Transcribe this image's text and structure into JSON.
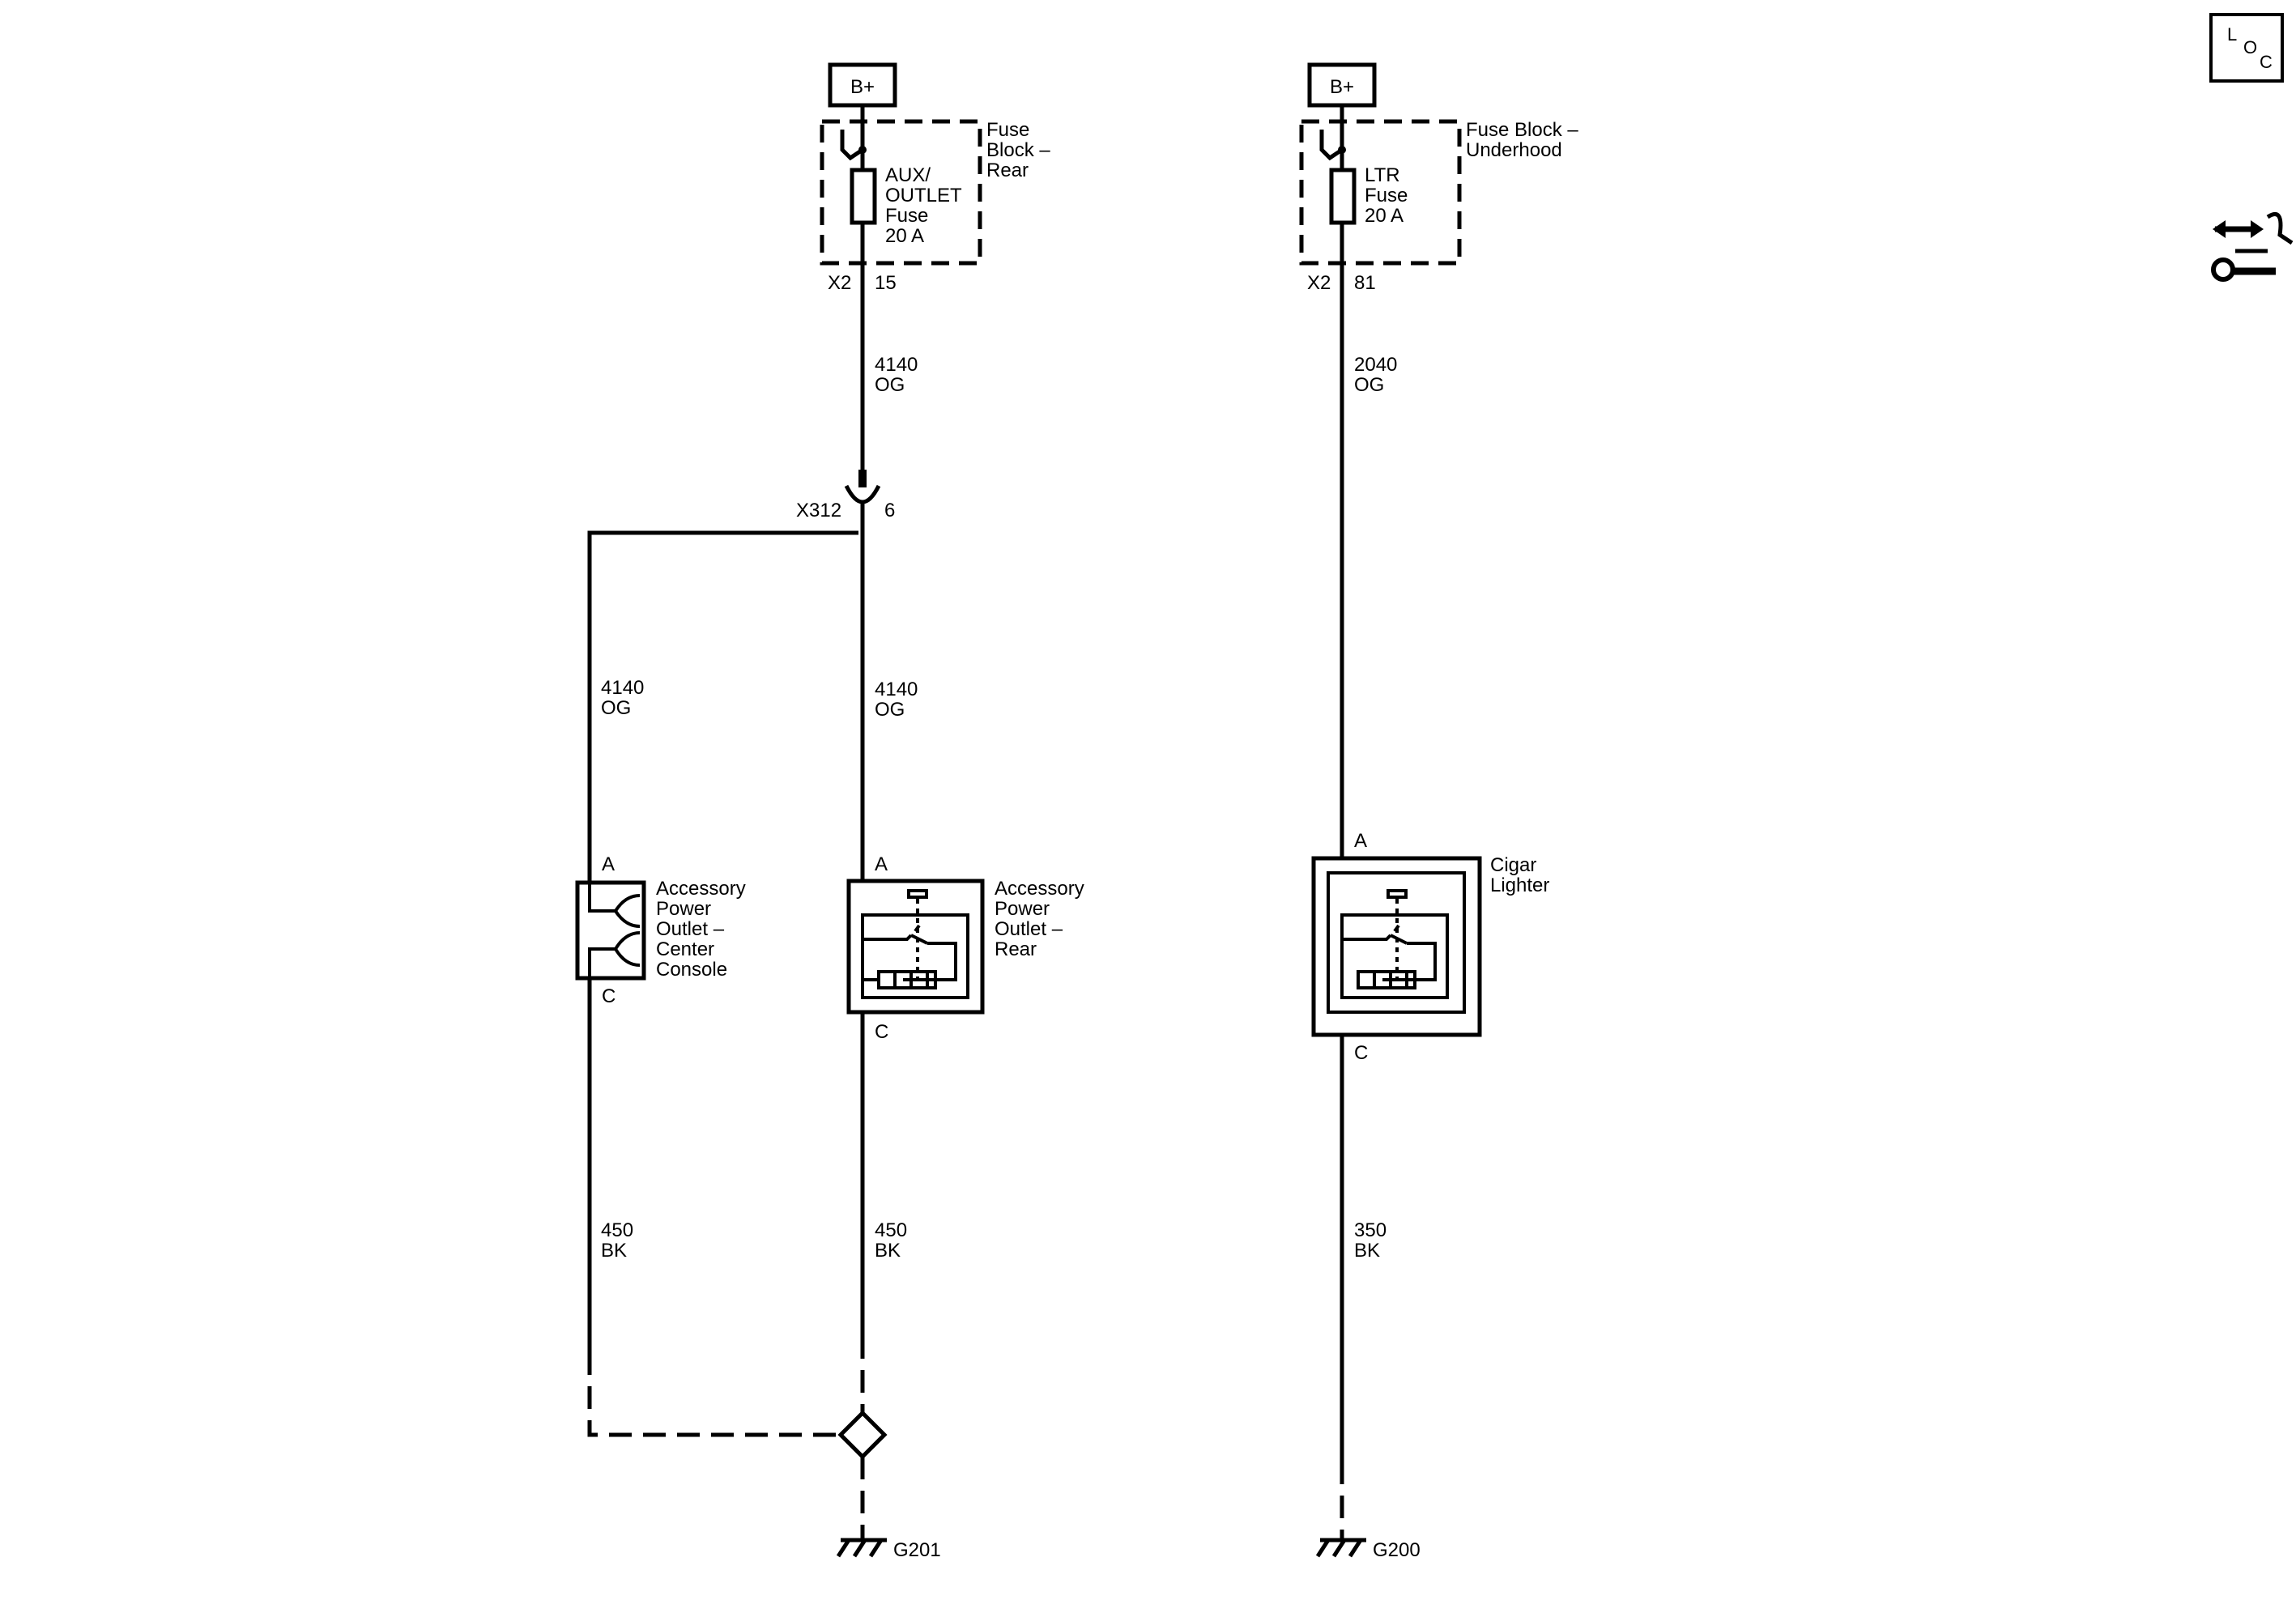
{
  "circuit_left": {
    "bplus": "B+",
    "fuse_block_lines": [
      "Fuse",
      "Block –",
      "Rear"
    ],
    "fuse_lines": [
      "AUX/",
      "OUTLET",
      "Fuse",
      "20 A"
    ],
    "connector": "X2",
    "pin": "15",
    "wire_top": {
      "number": "4140",
      "color": "OG"
    },
    "inline_connector": "X312",
    "inline_pin": "6",
    "branch_wire": {
      "number": "4140",
      "color": "OG"
    },
    "main_wire": {
      "number": "4140",
      "color": "OG"
    },
    "center_outlet": {
      "pin_top": "A",
      "pin_bottom": "C",
      "label_lines": [
        "Accessory",
        "Power",
        "Outlet –",
        "Center",
        "Console"
      ]
    },
    "rear_outlet": {
      "pin_top": "A",
      "pin_bottom": "C",
      "label_lines": [
        "Accessory",
        "Power",
        "Outlet –",
        "Rear"
      ]
    },
    "ground_wire_left": {
      "number": "450",
      "color": "BK"
    },
    "ground_wire_right": {
      "number": "450",
      "color": "BK"
    },
    "ground": "G201"
  },
  "circuit_right": {
    "bplus": "B+",
    "fuse_block_lines": [
      "Fuse Block –",
      "Underhood"
    ],
    "fuse_lines": [
      "LTR",
      "Fuse",
      "20 A"
    ],
    "connector": "X2",
    "pin": "81",
    "wire_top": {
      "number": "2040",
      "color": "OG"
    },
    "lighter": {
      "pin_top": "A",
      "pin_bottom": "C",
      "label_lines": [
        "Cigar",
        "Lighter"
      ]
    },
    "ground_wire": {
      "number": "350",
      "color": "BK"
    },
    "ground": "G200"
  },
  "loc_icon": {
    "letters": [
      "L",
      "O",
      "C"
    ]
  },
  "icons": [
    "loc-icon",
    "connector-repair-icon"
  ]
}
